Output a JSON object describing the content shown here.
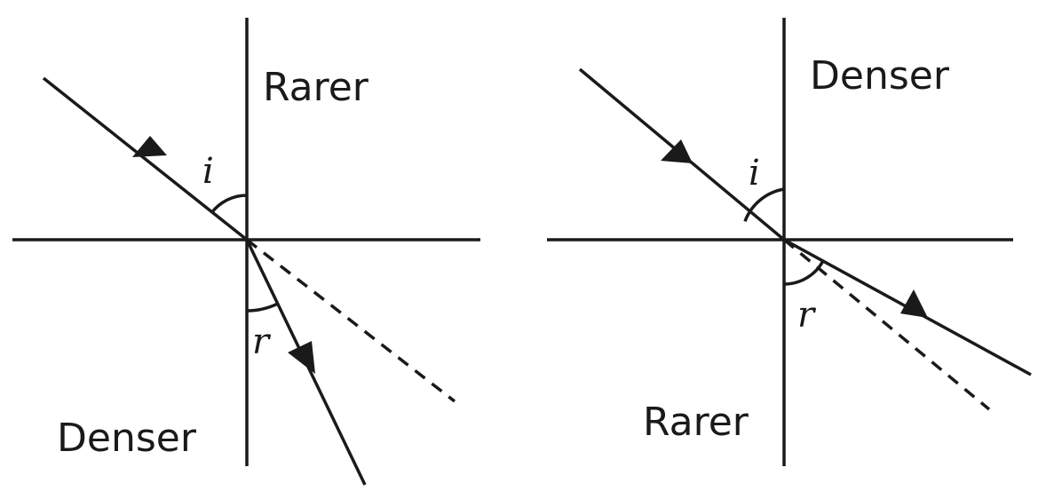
{
  "diagrams": [
    {
      "top_medium": "Rarer",
      "bottom_medium": "Denser",
      "incidence_angle_symbol": "i",
      "refraction_angle_symbol": "r"
    },
    {
      "top_medium": "Denser",
      "bottom_medium": "Rarer",
      "incidence_angle_symbol": "i",
      "refraction_angle_symbol": "r"
    }
  ],
  "colors": {
    "line": "#1a1a1a",
    "background": "#ffffff"
  }
}
